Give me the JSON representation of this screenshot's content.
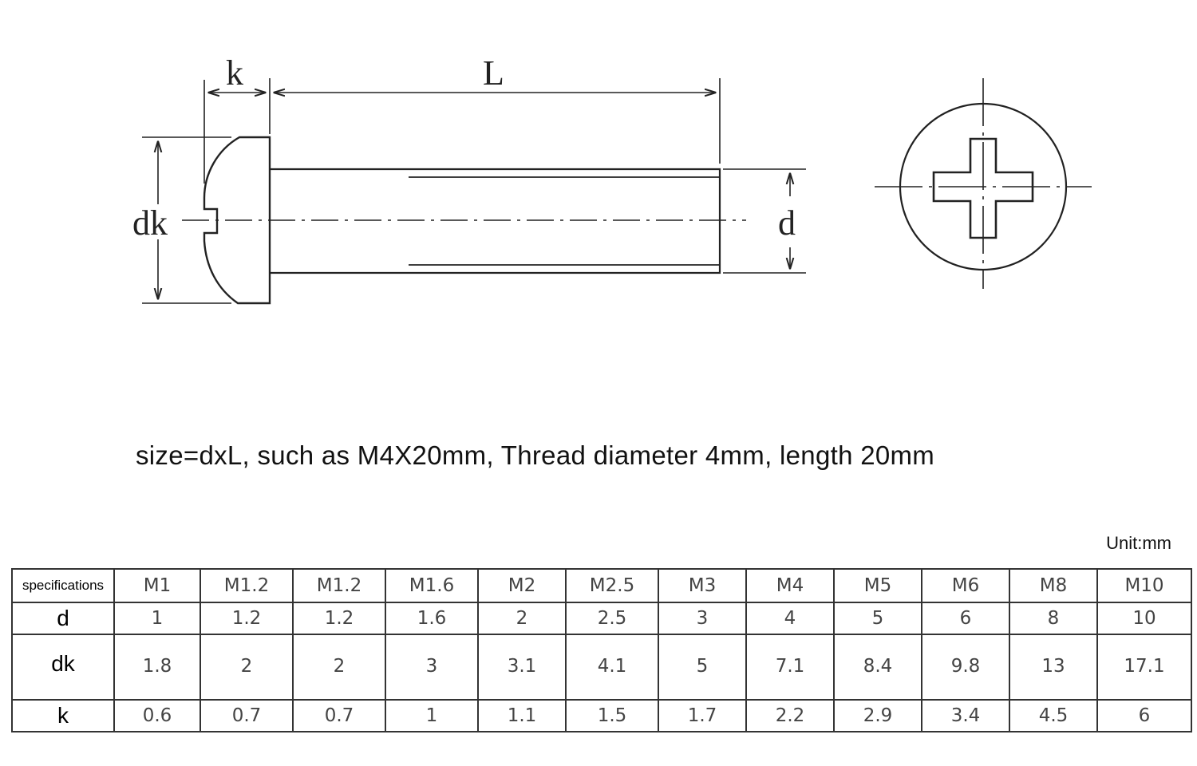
{
  "diagram": {
    "labels": {
      "k": "k",
      "L": "L",
      "dk": "dk",
      "d": "d"
    }
  },
  "caption": "size=dxL, such as M4X20mm, Thread diameter 4mm, length 20mm",
  "unit": "Unit:mm",
  "table": {
    "header": {
      "label": "specifications",
      "values": [
        "M1",
        "M1.2",
        "M1.2",
        "M1.6",
        "M2",
        "M2.5",
        "M3",
        "M4",
        "M5",
        "M6",
        "M8",
        "M10"
      ]
    },
    "rows": [
      {
        "label": "d",
        "values": [
          "1",
          "1.2",
          "1.2",
          "1.6",
          "2",
          "2.5",
          "3",
          "4",
          "5",
          "6",
          "8",
          "10"
        ]
      },
      {
        "label": "dk",
        "values": [
          "1.8",
          "2",
          "2",
          "3",
          "3.1",
          "4.1",
          "5",
          "7.1",
          "8.4",
          "9.8",
          "13",
          "17.1"
        ]
      },
      {
        "label": "k",
        "values": [
          "0.6",
          "0.7",
          "0.7",
          "1",
          "1.1",
          "1.5",
          "1.7",
          "2.2",
          "2.9",
          "3.4",
          "4.5",
          "6"
        ]
      }
    ]
  }
}
